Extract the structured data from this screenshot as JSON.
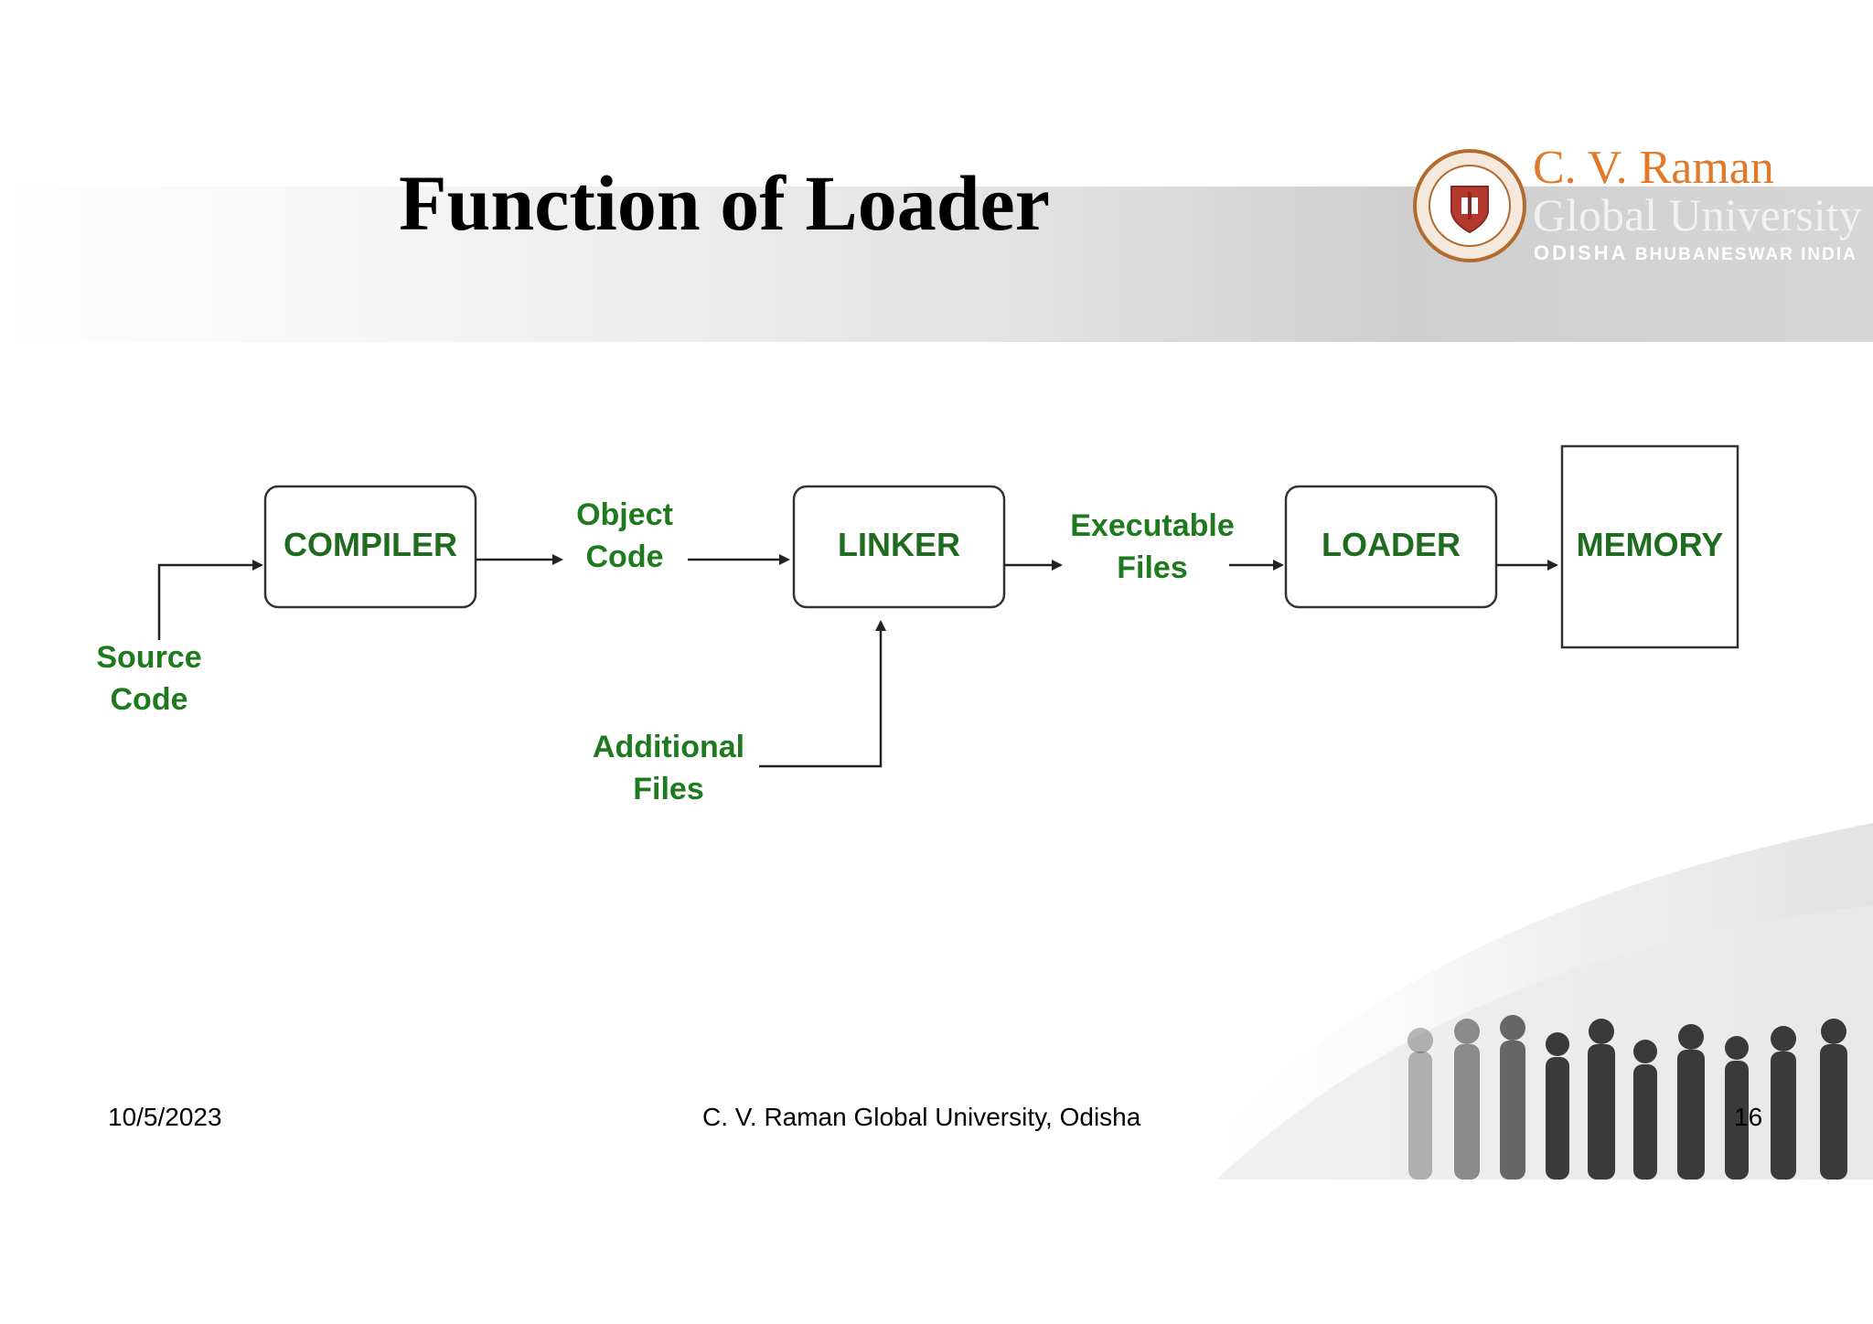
{
  "slide": {
    "title": "Function of Loader",
    "brand": {
      "name_line1": "C. V. Raman",
      "name_line2": "Global University",
      "location_main": "ODISHA",
      "location_rest": "BHUBANESWAR  INDIA"
    },
    "footer": {
      "date": "10/5/2023",
      "center": "C. V. Raman Global University, Odisha",
      "page": "16"
    }
  },
  "diagram": {
    "colors": {
      "label": "#1f7a1f",
      "box_text": "#1f6b1f",
      "stroke": "#333333"
    },
    "nodes": {
      "compiler": "COMPILER",
      "linker": "LINKER",
      "loader": "LOADER",
      "memory": "MEMORY"
    },
    "labels": {
      "source_code": [
        "Source",
        "Code"
      ],
      "object_code": [
        "Object",
        "Code"
      ],
      "executable_files": [
        "Executable",
        "Files"
      ],
      "additional_files": [
        "Additional",
        "Files"
      ]
    }
  }
}
